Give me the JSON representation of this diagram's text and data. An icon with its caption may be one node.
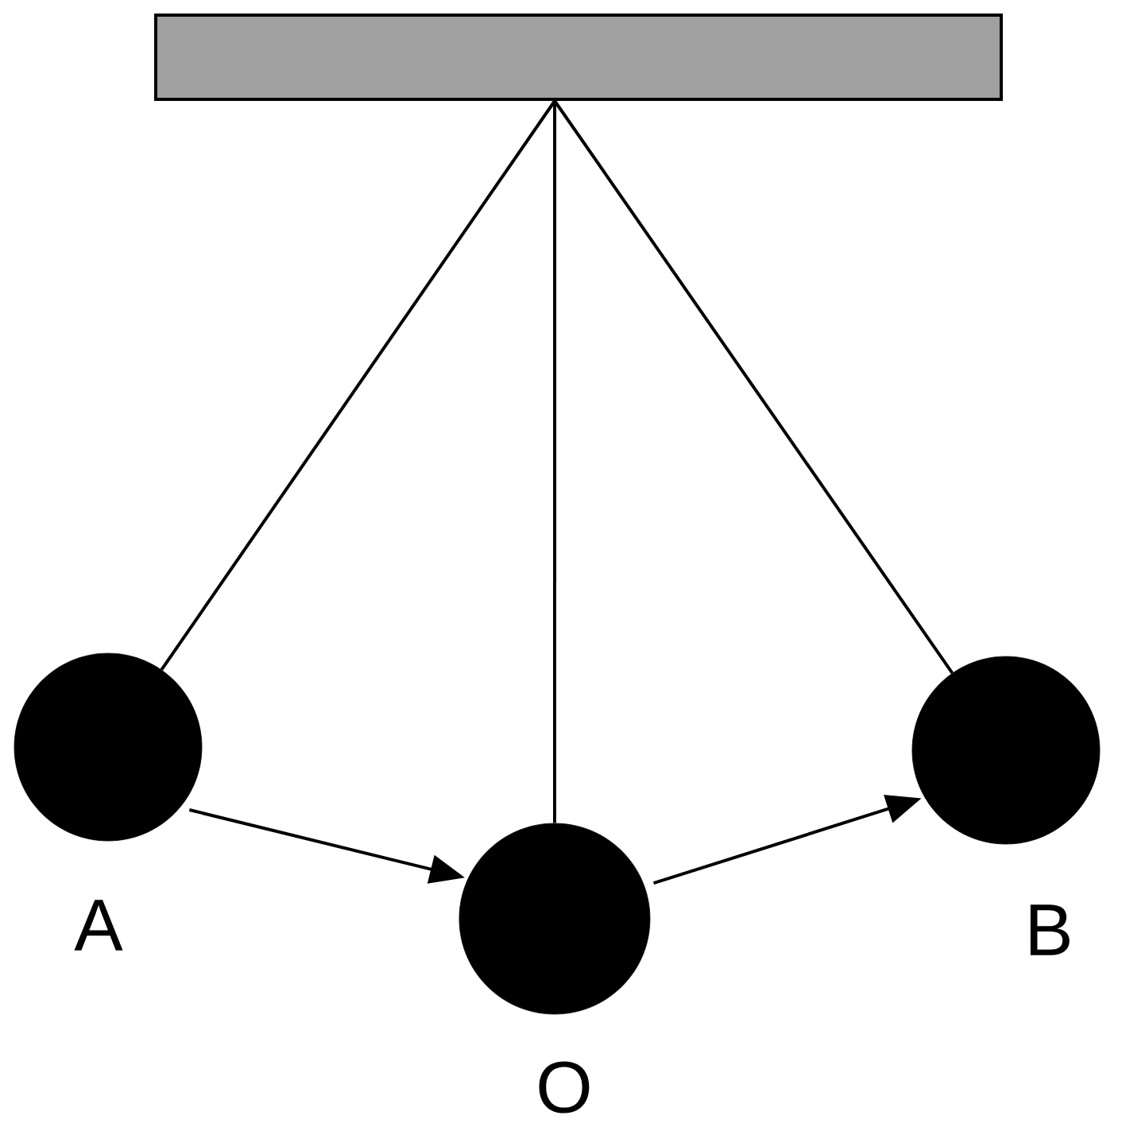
{
  "diagram": {
    "nodes": [
      {
        "text": [],
        "shape": "box"
      },
      {
        "text": [],
        "shape": "circle",
        "beside": [
          "A"
        ]
      },
      {
        "text": [],
        "shape": "circle",
        "beside": [
          "O"
        ]
      },
      {
        "text": [],
        "shape": "circle",
        "beside": [
          "B"
        ]
      }
    ],
    "edges": [
      {
        "from": 0,
        "to": 1,
        "arrow": "none"
      },
      {
        "from": 0,
        "to": 2,
        "arrow": "none"
      },
      {
        "from": 0,
        "to": 3,
        "arrow": "none"
      },
      {
        "from": 1,
        "to": 2,
        "arrow": "to"
      },
      {
        "from": 2,
        "to": 3,
        "arrow": "to"
      }
    ]
  }
}
